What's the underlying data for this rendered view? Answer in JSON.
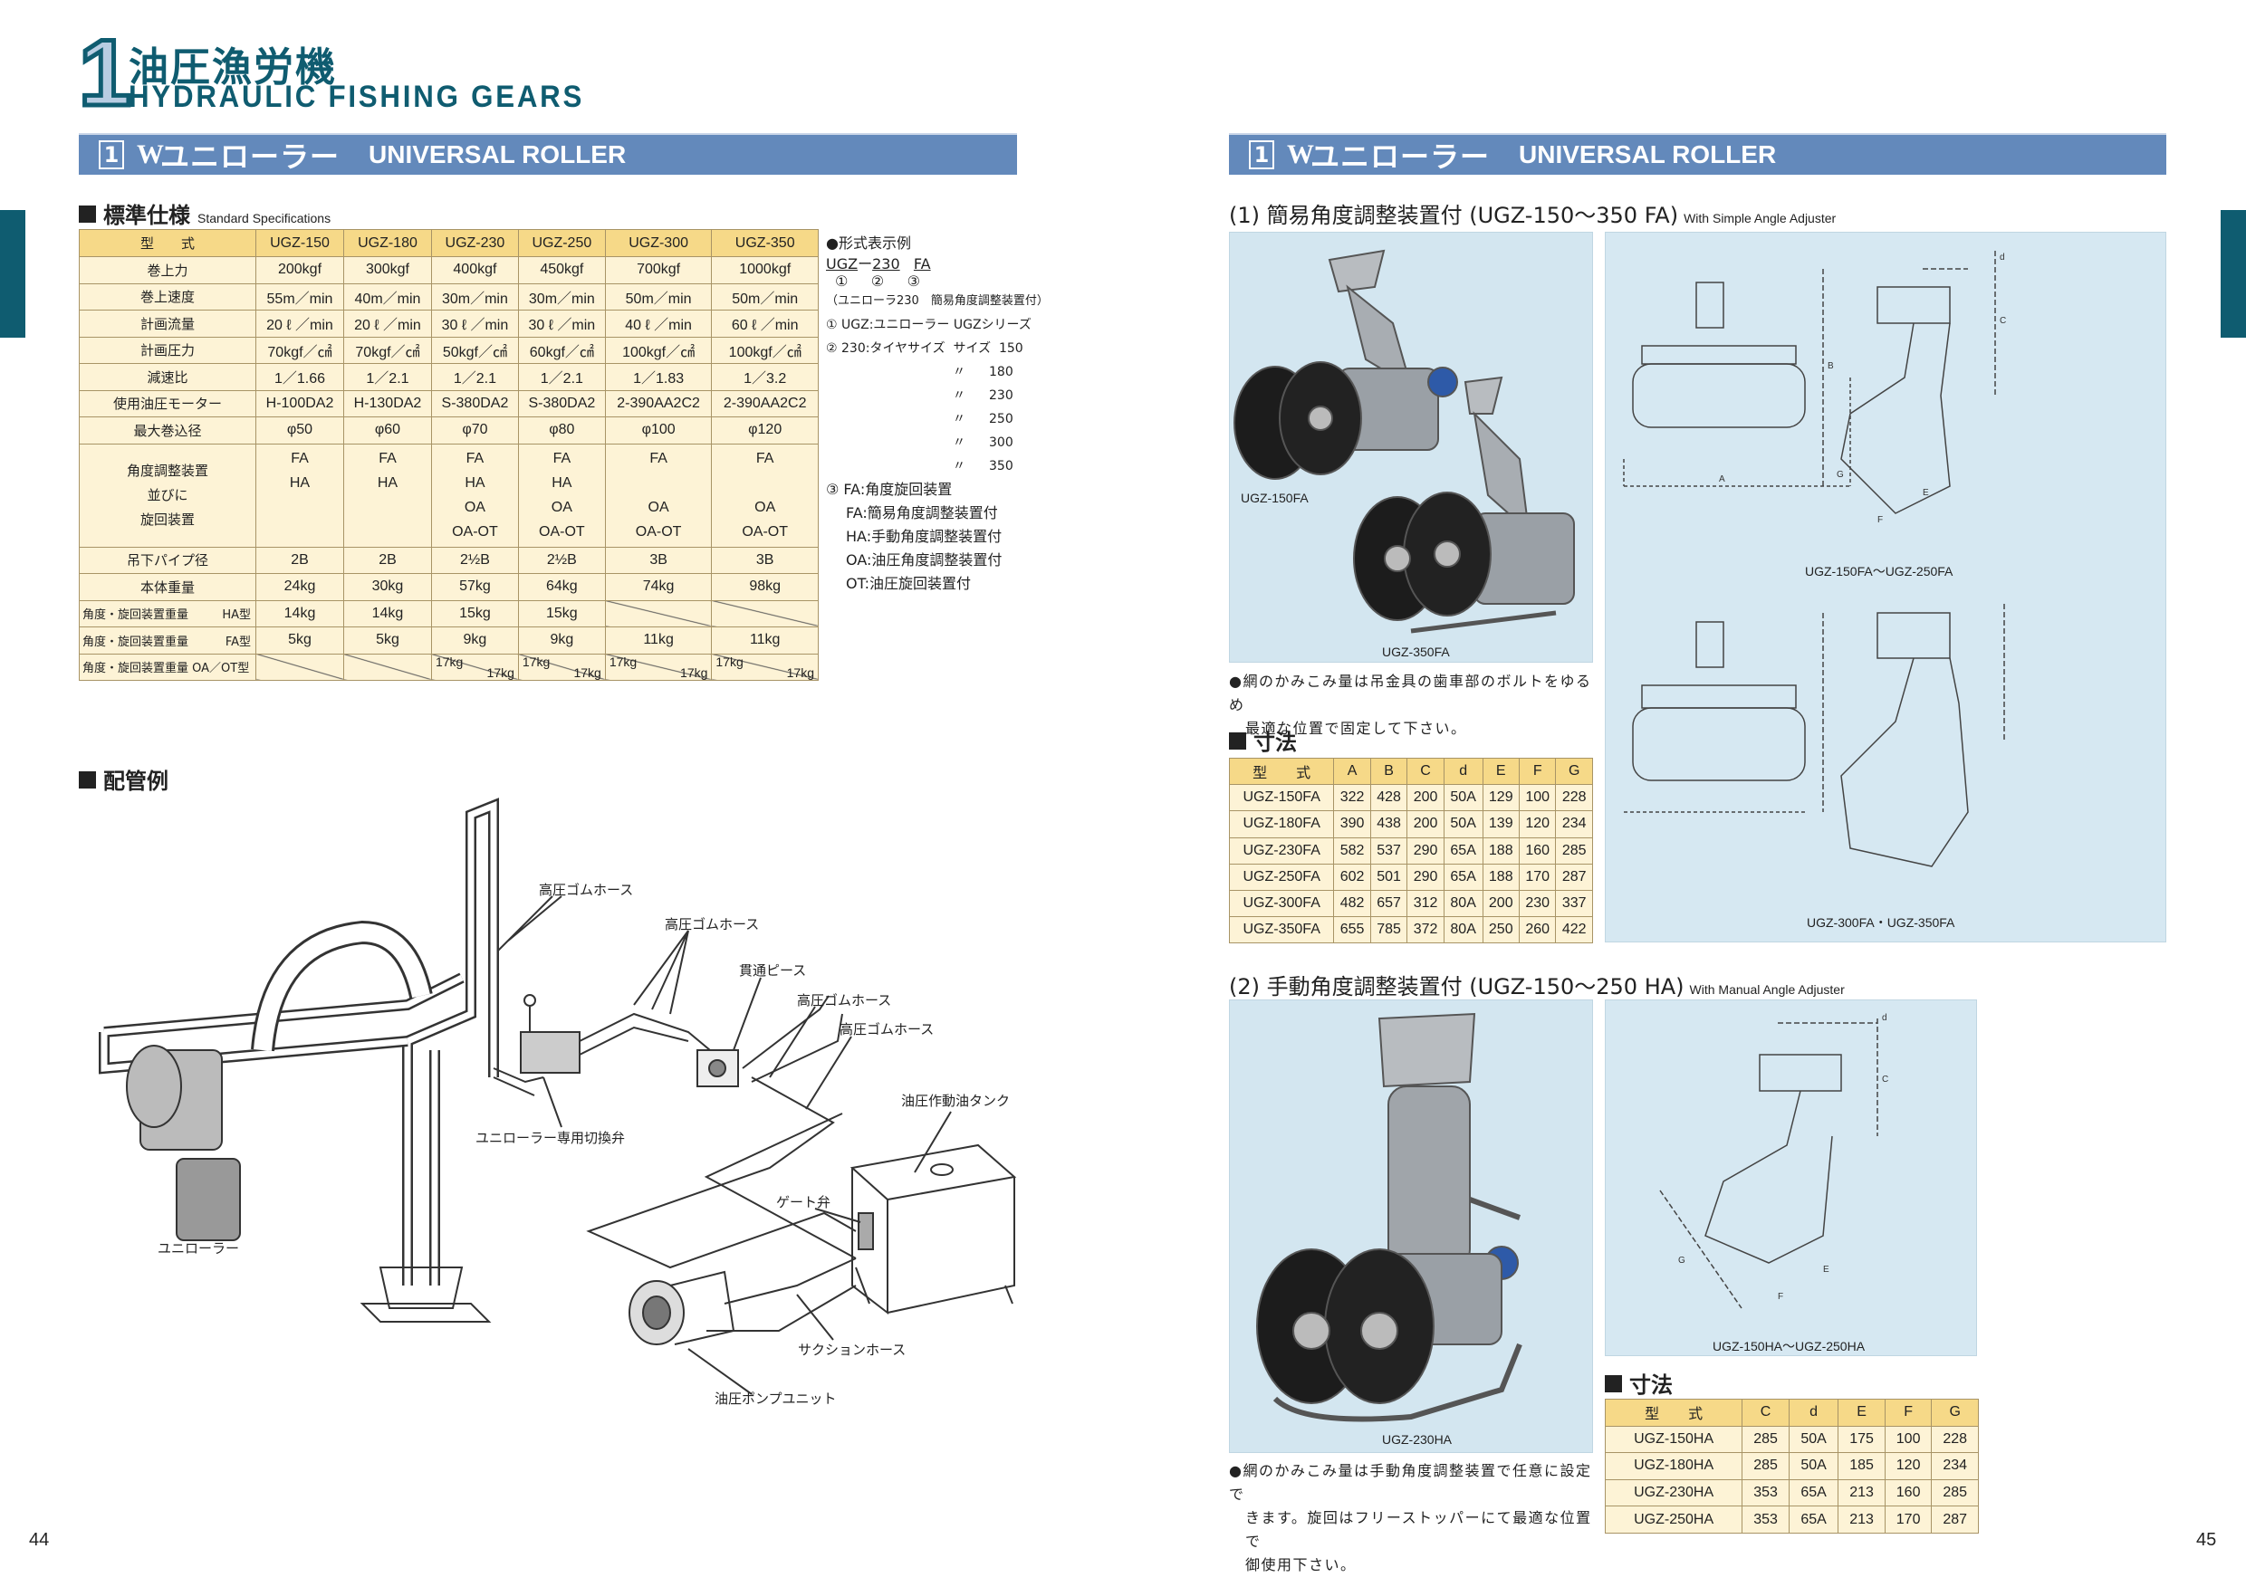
{
  "header": {
    "chapter_number": "1",
    "title_jp": "油圧漁労機",
    "title_en": "HYDRAULIC FISHING GEARS"
  },
  "band": {
    "number": "1",
    "logo": "W",
    "title_jp": "ユニローラー",
    "title_en": "UNIVERSAL ROLLER"
  },
  "spec": {
    "heading": "標準仕様",
    "heading_en": "Standard Specifications",
    "header": [
      "型　　式",
      "UGZ-150",
      "UGZ-180",
      "UGZ-230",
      "UGZ-250",
      "UGZ-300",
      "UGZ-350"
    ],
    "rows": [
      {
        "label": "巻上力",
        "values": [
          "200kgf",
          "300kgf",
          "400kgf",
          "450kgf",
          "700kgf",
          "1000kgf"
        ]
      },
      {
        "label": "巻上速度",
        "values": [
          "55m／min",
          "40m／min",
          "30m／min",
          "30m／min",
          "50m／min",
          "50m／min"
        ]
      },
      {
        "label": "計画流量",
        "values": [
          "20 ℓ ／min",
          "20 ℓ ／min",
          "30 ℓ ／min",
          "30 ℓ ／min",
          "40 ℓ ／min",
          "60 ℓ ／min"
        ]
      },
      {
        "label": "計画圧力",
        "values": [
          "70kgf／㎠",
          "70kgf／㎠",
          "50kgf／㎠",
          "60kgf／㎠",
          "100kgf／㎠",
          "100kgf／㎠"
        ]
      },
      {
        "label": "減速比",
        "values": [
          "1／1.66",
          "1／2.1",
          "1／2.1",
          "1／2.1",
          "1／1.83",
          "1／3.2"
        ]
      },
      {
        "label": "使用油圧モーター",
        "values": [
          "H-100DA2",
          "H-130DA2",
          "S-380DA2",
          "S-380DA2",
          "2-390AA2C2",
          "2-390AA2C2"
        ]
      },
      {
        "label": "最大巻込径",
        "values": [
          "φ50",
          "φ60",
          "φ70",
          "φ80",
          "φ100",
          "φ120"
        ]
      },
      {
        "label_lines": [
          "角度調整装置",
          "並びに",
          "旋回装置"
        ],
        "values": [
          [
            "FA",
            "HA",
            "",
            ""
          ],
          [
            "FA",
            "HA",
            "",
            ""
          ],
          [
            "FA",
            "HA",
            "OA",
            "OA-OT"
          ],
          [
            "FA",
            "HA",
            "OA",
            "OA-OT"
          ],
          [
            "FA",
            "",
            "OA",
            "OA-OT"
          ],
          [
            "FA",
            "",
            "OA",
            "OA-OT"
          ]
        ]
      },
      {
        "label": "吊下パイプ径",
        "values": [
          "2B",
          "2B",
          "2½B",
          "2½B",
          "3B",
          "3B"
        ]
      },
      {
        "label": "本体重量",
        "values": [
          "24kg",
          "30kg",
          "57kg",
          "64kg",
          "74kg",
          "98kg"
        ]
      },
      {
        "label": "角度・旋回装置重量",
        "suffix": "HA型",
        "values": [
          "14kg",
          "14kg",
          "15kg",
          "15kg",
          null,
          null
        ]
      },
      {
        "label": "角度・旋回装置重量",
        "suffix": "FA型",
        "values": [
          "5kg",
          "5kg",
          "9kg",
          "9kg",
          "11kg",
          "11kg"
        ]
      },
      {
        "label": "角度・旋回装置重量 OA／OT型",
        "values": [
          null,
          null,
          {
            "a": "17kg",
            "b": "17kg"
          },
          {
            "a": "17kg",
            "b": "17kg"
          },
          {
            "a": "17kg",
            "b": "17kg"
          },
          {
            "a": "17kg",
            "b": "17kg"
          }
        ]
      }
    ]
  },
  "type_example": {
    "heading": "●形式表示例",
    "code": [
      "UGZ",
      "ー",
      "230",
      "FA"
    ],
    "markers": [
      "①",
      "②",
      "③"
    ],
    "example_note": "（ユニローラ230　簡易角度調整装置付）",
    "items": [
      "① UGZ:ユニローラー UGZシリーズ",
      "② 230:タイヤサイズ  サイズ  150"
    ],
    "sizes": [
      "180",
      "230",
      "250",
      "300",
      "350"
    ],
    "ditto": "〃",
    "item3": "③ FA:角度旋回装置",
    "codes": [
      "FA:簡易角度調整装置付",
      "HA:手動角度調整装置付",
      "OA:油圧角度調整装置付",
      "OT:油圧旋回装置付"
    ]
  },
  "piping": {
    "heading": "配管例",
    "labels": [
      "高圧ゴムホース",
      "高圧ゴムホース",
      "貫通ピース",
      "高圧ゴムホース",
      "高圧ゴムホース",
      "油圧作動油タンク",
      "ユニローラー専用切換弁",
      "ゲート弁",
      "ユニローラー",
      "サクションホース",
      "油圧ポンプユニット"
    ]
  },
  "fa": {
    "heading": "(1)  簡易角度調整装置付 (UGZ-150〜350 FA)",
    "heading_en": "With Simple Angle Adjuster",
    "photo_captions": [
      "UGZ-150FA",
      "UGZ-350FA"
    ],
    "drawing_captions": [
      "UGZ-150FA〜UGZ-250FA",
      "UGZ-300FA・UGZ-350FA"
    ],
    "note_lines": [
      "●網のかみこみ量は吊金具の歯車部のボルトをゆるめ",
      "最適な位置で固定して下さい。"
    ],
    "dim_heading": "寸法",
    "table_header": [
      "型　　式",
      "A",
      "B",
      "C",
      "d",
      "E",
      "F",
      "G"
    ],
    "table_rows": [
      [
        "UGZ-150FA",
        "322",
        "428",
        "200",
        "50A",
        "129",
        "100",
        "228"
      ],
      [
        "UGZ-180FA",
        "390",
        "438",
        "200",
        "50A",
        "139",
        "120",
        "234"
      ],
      [
        "UGZ-230FA",
        "582",
        "537",
        "290",
        "65A",
        "188",
        "160",
        "285"
      ],
      [
        "UGZ-250FA",
        "602",
        "501",
        "290",
        "65A",
        "188",
        "170",
        "287"
      ],
      [
        "UGZ-300FA",
        "482",
        "657",
        "312",
        "80A",
        "200",
        "230",
        "337"
      ],
      [
        "UGZ-350FA",
        "655",
        "785",
        "372",
        "80A",
        "250",
        "260",
        "422"
      ]
    ]
  },
  "ha": {
    "heading": "(2)  手動角度調整装置付 (UGZ-150〜250 HA)",
    "heading_en": "With Manual Angle Adjuster",
    "photo_caption": "UGZ-230HA",
    "drawing_caption": "UGZ-150HA〜UGZ-250HA",
    "note_lines": [
      "●網のかみこみ量は手動角度調整装置で任意に設定で",
      "きます。旋回はフリーストッパーにて最適な位置で",
      "御使用下さい。"
    ],
    "dim_heading": "寸法",
    "table_header": [
      "型　　式",
      "C",
      "d",
      "E",
      "F",
      "G"
    ],
    "table_rows": [
      [
        "UGZ-150HA",
        "285",
        "50A",
        "175",
        "100",
        "228"
      ],
      [
        "UGZ-180HA",
        "285",
        "50A",
        "185",
        "120",
        "234"
      ],
      [
        "UGZ-230HA",
        "353",
        "65A",
        "213",
        "160",
        "285"
      ],
      [
        "UGZ-250HA",
        "353",
        "65A",
        "213",
        "170",
        "287"
      ]
    ]
  },
  "drawing_dim_letters": [
    "A",
    "B",
    "C",
    "d",
    "E",
    "F",
    "G"
  ],
  "pages": {
    "left": "44",
    "right": "45"
  },
  "colors": {
    "teal": "#0f5c70",
    "band": "#6389bb",
    "table_header": "#f6d988",
    "table_cell": "#fdf3d6",
    "photo_bg": "#d3e6f0"
  }
}
